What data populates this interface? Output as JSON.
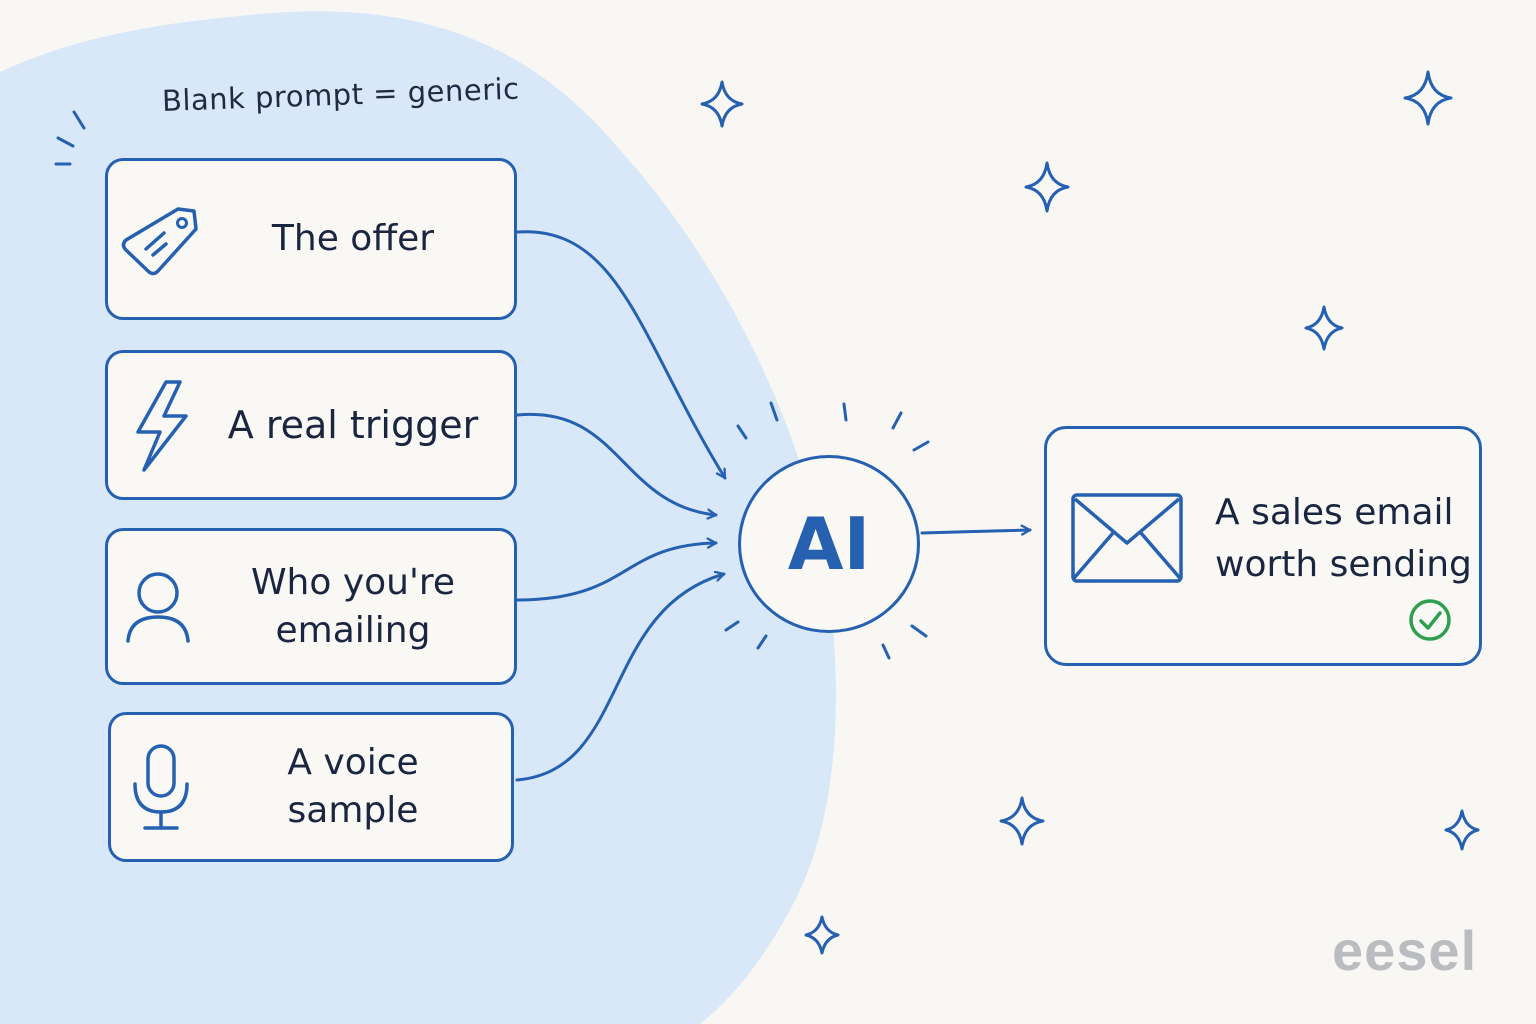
{
  "note": "Blank prompt = generic",
  "inputs": [
    {
      "label": "The offer",
      "icon": "tag-icon"
    },
    {
      "label": "A real trigger",
      "icon": "lightning-icon"
    },
    {
      "label": "Who you're\nemailing",
      "icon": "person-icon"
    },
    {
      "label": "A voice\nsample",
      "icon": "microphone-icon"
    }
  ],
  "center": {
    "label": "AI"
  },
  "output": {
    "label": "A sales email\nworth sending",
    "icon": "envelope-icon",
    "status_icon": "check-circle-icon"
  },
  "brand": {
    "logo": "eesel"
  },
  "colors": {
    "accent": "#2561b0",
    "highlight": "#d8e8f8",
    "background": "#f8f7f4",
    "text": "#1a2540",
    "success": "#2e9e4f",
    "logo": "#b9bcc0"
  }
}
